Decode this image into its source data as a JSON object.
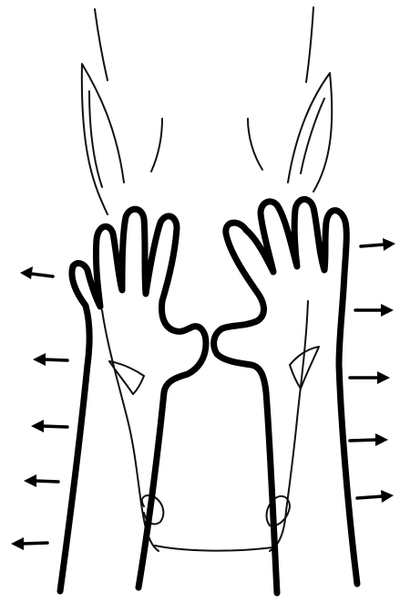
{
  "figure": {
    "subject": "horse-head",
    "hands": [
      "left-hand",
      "right-hand"
    ],
    "left_arrow_count": 5,
    "right_arrow_count": 5,
    "ink_color": "#000000",
    "background_color": "#ffffff"
  }
}
